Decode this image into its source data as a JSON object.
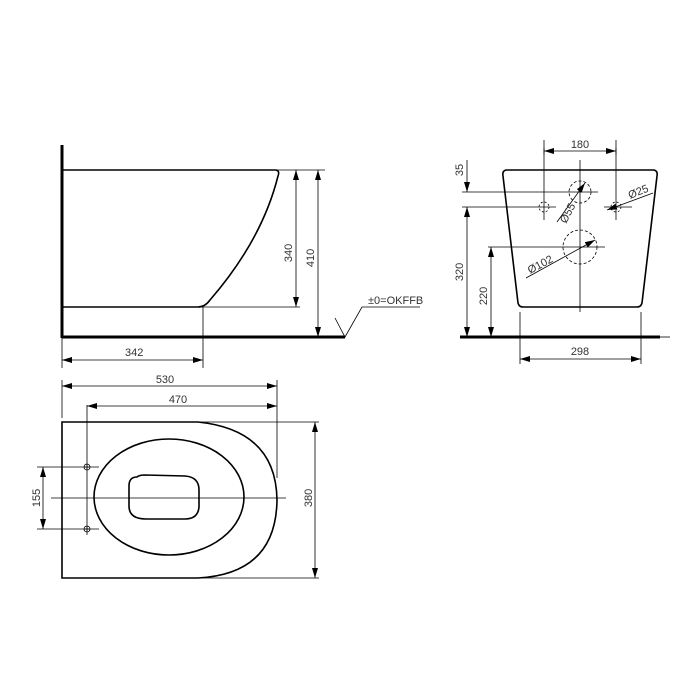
{
  "drawing": {
    "type": "technical drawing — wall-hung toilet, dimensioned views",
    "line_color": "#000000",
    "text_color": "#333333",
    "background": "#ffffff"
  },
  "side_view": {
    "dim_depth_to_outlet": "342",
    "dim_body_height": "340",
    "dim_top_height": "410",
    "floor_reference": "±0=OKFFB"
  },
  "rear_view": {
    "dim_fixing_spacing": "180",
    "dim_top_offset": "35",
    "dim_fixing_height": "320",
    "dim_outlet_height": "220",
    "dim_base_width": "298",
    "dia_inlet": "Ø55",
    "dia_fixing": "Ø25",
    "dia_outlet": "Ø102"
  },
  "top_view": {
    "dim_overall_length": "530",
    "dim_fixing_to_front": "470",
    "dim_fixing_vertical": "155",
    "dim_overall_width": "380"
  }
}
